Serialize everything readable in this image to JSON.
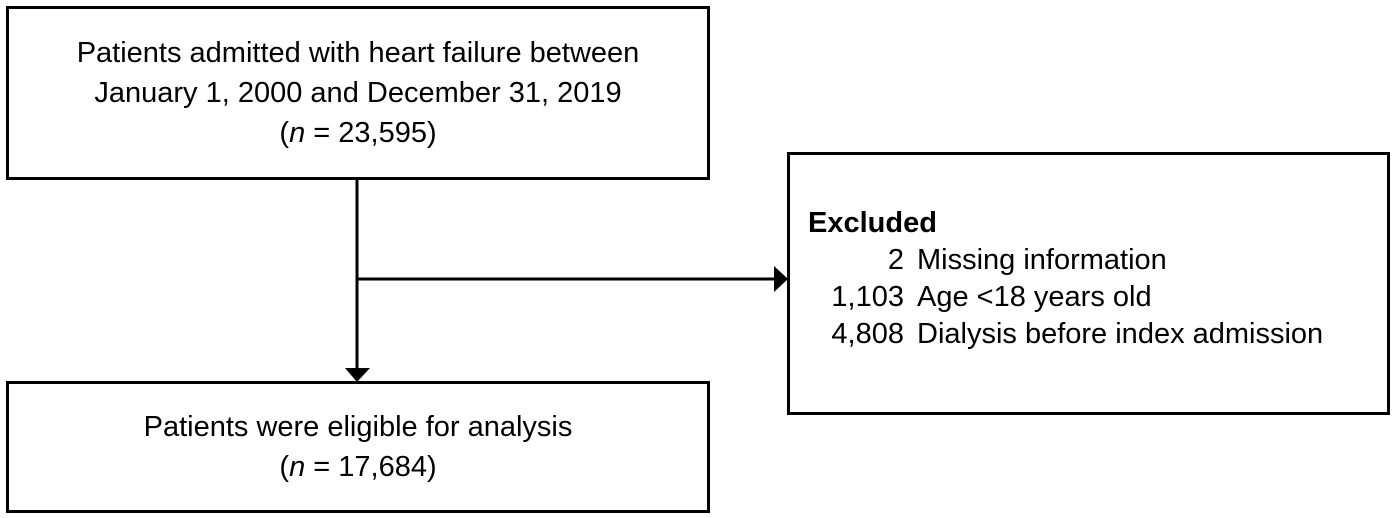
{
  "diagram": {
    "type": "flowchart",
    "boxes": {
      "top": {
        "line1": "Patients admitted with heart failure between",
        "line2": "January 1, 2000 and December 31, 2019",
        "n_prefix": "(",
        "n_label": "n",
        "n_value": " = 23,595)"
      },
      "excluded": {
        "title": "Excluded",
        "items": [
          {
            "count": "2",
            "reason": "Missing information"
          },
          {
            "count": "1,103",
            "reason": "Age <18 years old"
          },
          {
            "count": "4,808",
            "reason": "Dialysis before index admission"
          }
        ]
      },
      "bottom": {
        "line1": "Patients were eligible for analysis",
        "n_prefix": "(",
        "n_label": "n",
        "n_value": " = 17,684)"
      }
    },
    "connectors": [
      {
        "from": "top",
        "to": "bottom",
        "direction": "down"
      },
      {
        "from": "top-bottom-line",
        "to": "excluded",
        "direction": "right"
      }
    ],
    "colors": {
      "stroke": "#000000",
      "background": "#ffffff"
    }
  }
}
